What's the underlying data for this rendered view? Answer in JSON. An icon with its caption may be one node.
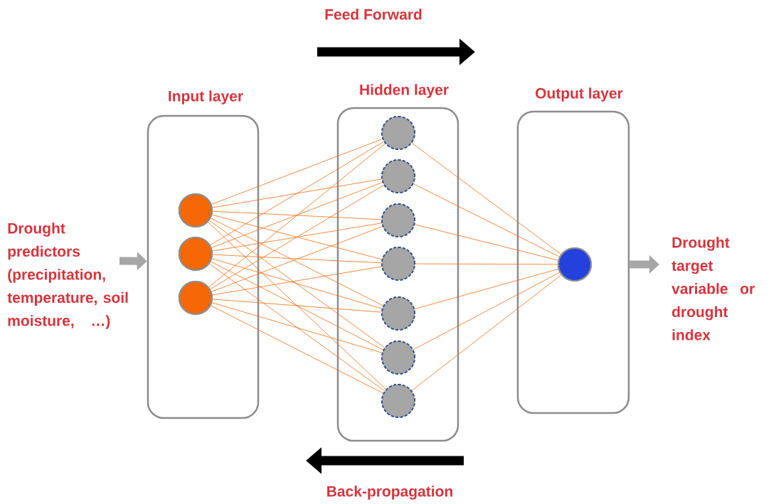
{
  "diagram": {
    "nodes": [
      {
        "text": [
          "Input layer"
        ]
      },
      {
        "text": [
          "Hidden layer"
        ]
      },
      {
        "text": [
          "Output layer"
        ]
      },
      {
        "text": [
          "Drought predictors (precipitation, temperature, soil moisture, …)"
        ]
      },
      {
        "text": [
          "Drought target variable or drought index"
        ]
      },
      {
        "text": [],
        "shape": "circle",
        "in": 0
      },
      {
        "text": [],
        "shape": "circle",
        "in": 0
      },
      {
        "text": [],
        "shape": "circle",
        "in": 0
      },
      {
        "text": [],
        "shape": "circle",
        "in": 1
      },
      {
        "text": [],
        "shape": "circle",
        "in": 1
      },
      {
        "text": [],
        "shape": "circle",
        "in": 1
      },
      {
        "text": [],
        "shape": "circle",
        "in": 1
      },
      {
        "text": [],
        "shape": "circle",
        "in": 1
      },
      {
        "text": [],
        "shape": "circle",
        "in": 1
      },
      {
        "text": [],
        "shape": "circle",
        "in": 1
      },
      {
        "text": [],
        "shape": "circle",
        "in": 2
      }
    ],
    "edges": [
      {
        "from": 3,
        "to": 0,
        "arrow": "to",
        "style": "thick",
        "color": "#a6a6a6"
      },
      {
        "from": 2,
        "to": 4,
        "arrow": "to",
        "style": "thick",
        "color": "#a6a6a6"
      },
      {
        "from": 5,
        "to": 8,
        "arrow": "none"
      },
      {
        "from": 5,
        "to": 9,
        "arrow": "none"
      },
      {
        "from": 5,
        "to": 10,
        "arrow": "none"
      },
      {
        "from": 5,
        "to": 11,
        "arrow": "none"
      },
      {
        "from": 5,
        "to": 12,
        "arrow": "none"
      },
      {
        "from": 5,
        "to": 13,
        "arrow": "none"
      },
      {
        "from": 5,
        "to": 14,
        "arrow": "none"
      },
      {
        "from": 6,
        "to": 8,
        "arrow": "none"
      },
      {
        "from": 6,
        "to": 9,
        "arrow": "none"
      },
      {
        "from": 6,
        "to": 10,
        "arrow": "none"
      },
      {
        "from": 6,
        "to": 11,
        "arrow": "none"
      },
      {
        "from": 6,
        "to": 12,
        "arrow": "none"
      },
      {
        "from": 6,
        "to": 13,
        "arrow": "none"
      },
      {
        "from": 6,
        "to": 14,
        "arrow": "none"
      },
      {
        "from": 7,
        "to": 8,
        "arrow": "none"
      },
      {
        "from": 7,
        "to": 9,
        "arrow": "none"
      },
      {
        "from": 7,
        "to": 10,
        "arrow": "none"
      },
      {
        "from": 7,
        "to": 11,
        "arrow": "none"
      },
      {
        "from": 7,
        "to": 12,
        "arrow": "none"
      },
      {
        "from": 7,
        "to": 13,
        "arrow": "none"
      },
      {
        "from": 7,
        "to": 14,
        "arrow": "none"
      },
      {
        "from": 8,
        "to": 15,
        "arrow": "none"
      },
      {
        "from": 9,
        "to": 15,
        "arrow": "none"
      },
      {
        "from": 10,
        "to": 15,
        "arrow": "none"
      },
      {
        "from": 11,
        "to": 15,
        "arrow": "none"
      },
      {
        "from": 12,
        "to": 15,
        "arrow": "none"
      },
      {
        "from": 13,
        "to": 15,
        "arrow": "none"
      },
      {
        "from": 14,
        "to": 15,
        "arrow": "none"
      }
    ],
    "labels": [
      "Feed Forward",
      "Back-propagation"
    ]
  }
}
